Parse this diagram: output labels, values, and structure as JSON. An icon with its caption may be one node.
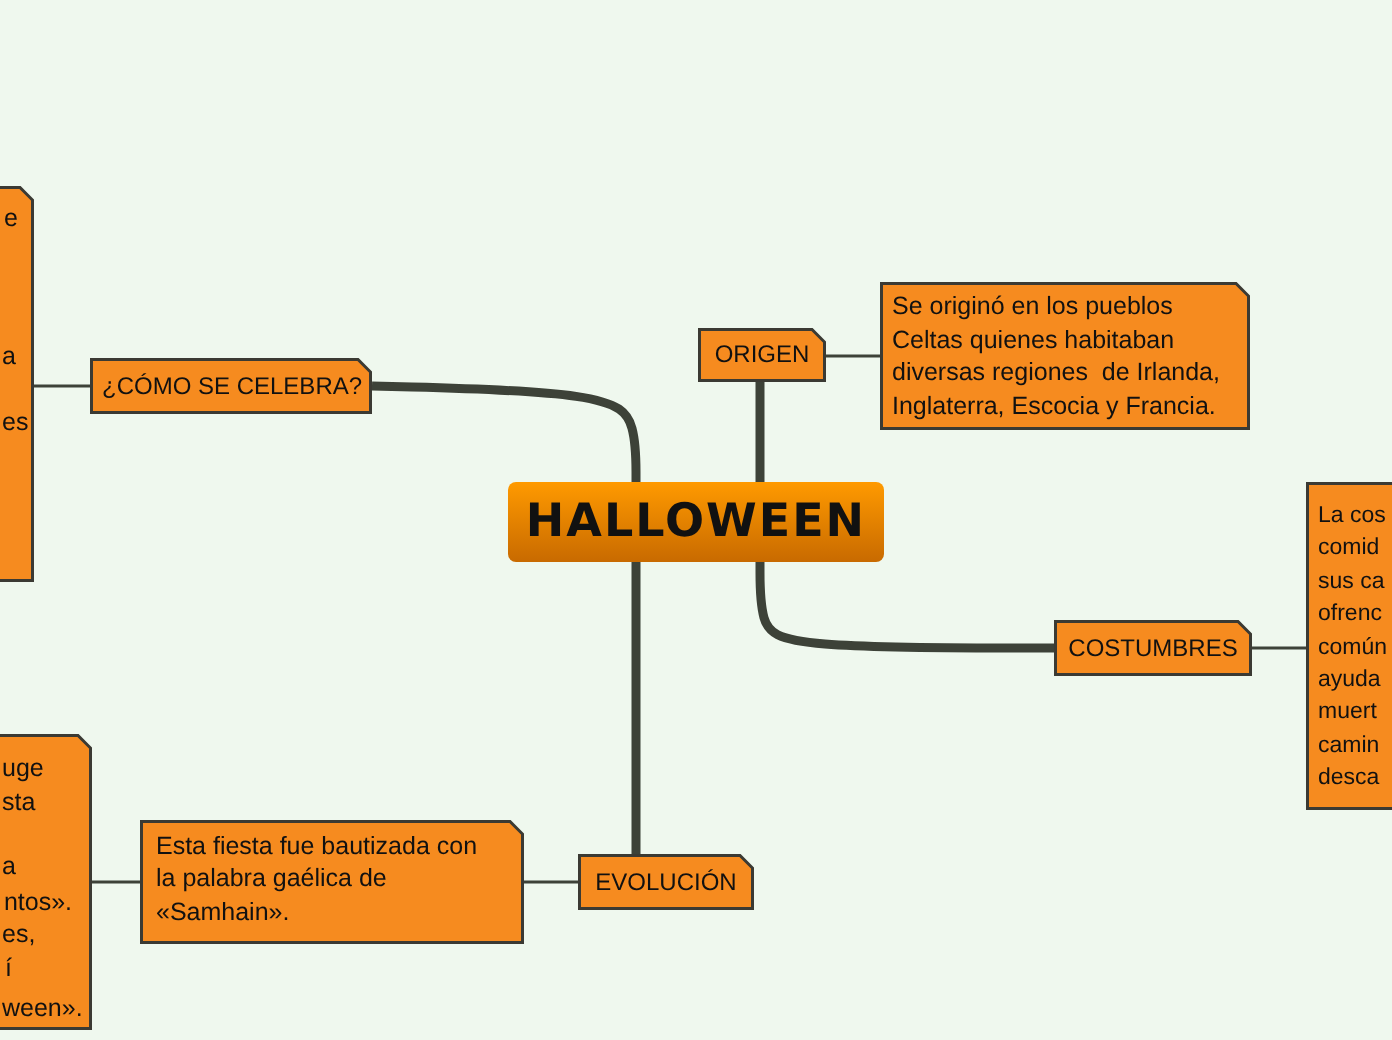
{
  "diagram": {
    "nodes": [
      {
        "text": [
          "HALLOWEEN"
        ]
      },
      {
        "text": [
          "ORIGEN"
        ]
      },
      {
        "text": [
          "Se originó en los pueblos Celtas quienes habitaban diversas regiones  de Irlanda, Inglaterra, Escocia y Francia."
        ]
      },
      {
        "text": [
          "¿CÓMO SE CELEBRA?"
        ]
      },
      {
        "text": [
          "e",
          "a",
          "es"
        ]
      },
      {
        "text": [
          "COSTUMBRES"
        ]
      },
      {
        "text": [
          "La cos comid sus ca ofrenc común ayuda muert camin desca"
        ]
      },
      {
        "text": [
          "EVOLUCIÓN"
        ]
      },
      {
        "text": [
          "Esta fiesta fue bautizada con la palabra gaélica de «Samhain»."
        ]
      },
      {
        "text": [
          "uge",
          "sta",
          "a",
          "ntos».",
          "es,",
          "í",
          "ween»."
        ]
      }
    ],
    "edges": [
      {
        "from": 0,
        "to": 1,
        "arrow": "none",
        "style": "thick"
      },
      {
        "from": 1,
        "to": 2,
        "arrow": "none"
      },
      {
        "from": 0,
        "to": 3,
        "arrow": "none",
        "style": "thick"
      },
      {
        "from": 3,
        "to": 4,
        "arrow": "none"
      },
      {
        "from": 0,
        "to": 5,
        "arrow": "none",
        "style": "thick"
      },
      {
        "from": 5,
        "to": 6,
        "arrow": "none"
      },
      {
        "from": 0,
        "to": 7,
        "arrow": "none",
        "style": "thick"
      },
      {
        "from": 7,
        "to": 8,
        "arrow": "none"
      },
      {
        "from": 8,
        "to": 9,
        "arrow": "none"
      }
    ]
  }
}
